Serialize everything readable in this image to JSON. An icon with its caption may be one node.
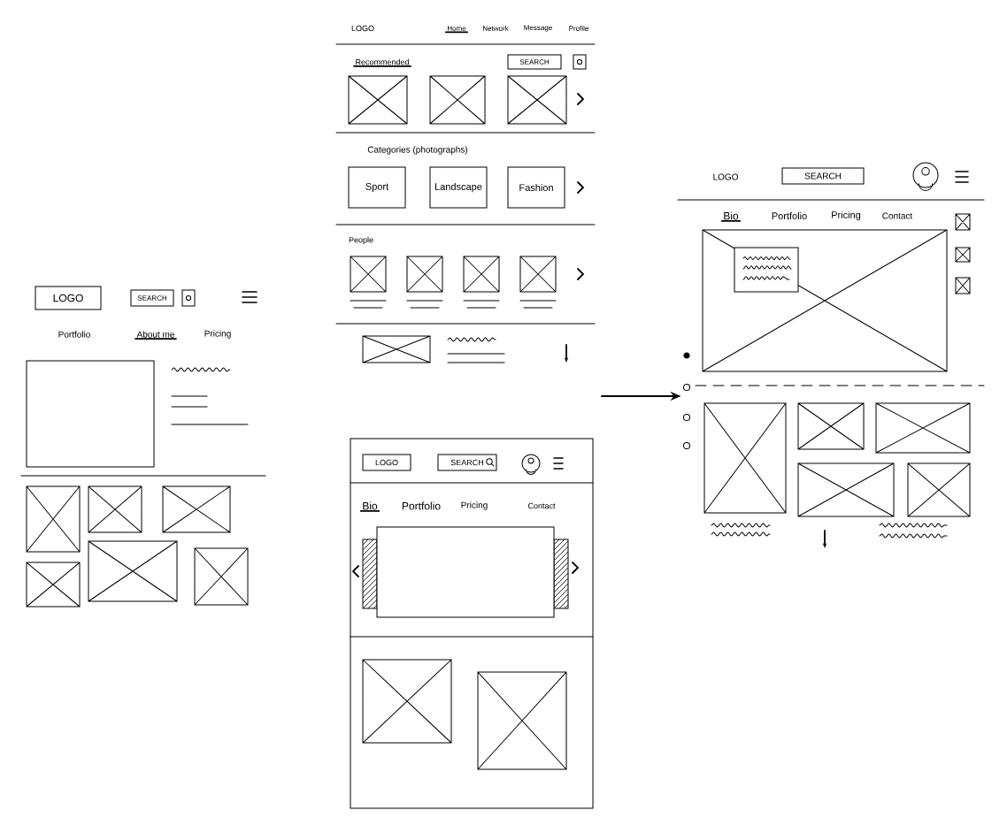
{
  "diagram": {
    "nodes": [
      {
        "text": [
          "LOGO",
          "Home",
          "Network",
          "Message",
          "Profile",
          "Recommended",
          "Categories (photographs)",
          "People"
        ]
      },
      {
        "text": [
          "SEARCH"
        ],
        "in": 0
      },
      {
        "text": [
          "Sport"
        ],
        "in": 0
      },
      {
        "text": [
          "Landscape"
        ],
        "in": 0
      },
      {
        "text": [
          "Fashion"
        ],
        "in": 0
      },
      {
        "text": [
          "Portfolio",
          "About me",
          "Pricing"
        ]
      },
      {
        "text": [
          "LOGO"
        ],
        "in": 5
      },
      {
        "text": [
          "SEARCH"
        ],
        "in": 5
      },
      {
        "text": [
          "Bio",
          "Portfolio",
          "Pricing",
          "Contact"
        ]
      },
      {
        "text": [
          "LOGO"
        ],
        "in": 8
      },
      {
        "text": [
          "SEARCH"
        ],
        "in": 8
      },
      {
        "text": [
          "LOGO",
          "Bio",
          "Portfolio",
          "Pricing",
          "Contact"
        ]
      },
      {
        "text": [
          "SEARCH"
        ],
        "in": 11
      }
    ],
    "edges": [
      {
        "from": null,
        "to": 11,
        "arrow": "to"
      }
    ]
  }
}
